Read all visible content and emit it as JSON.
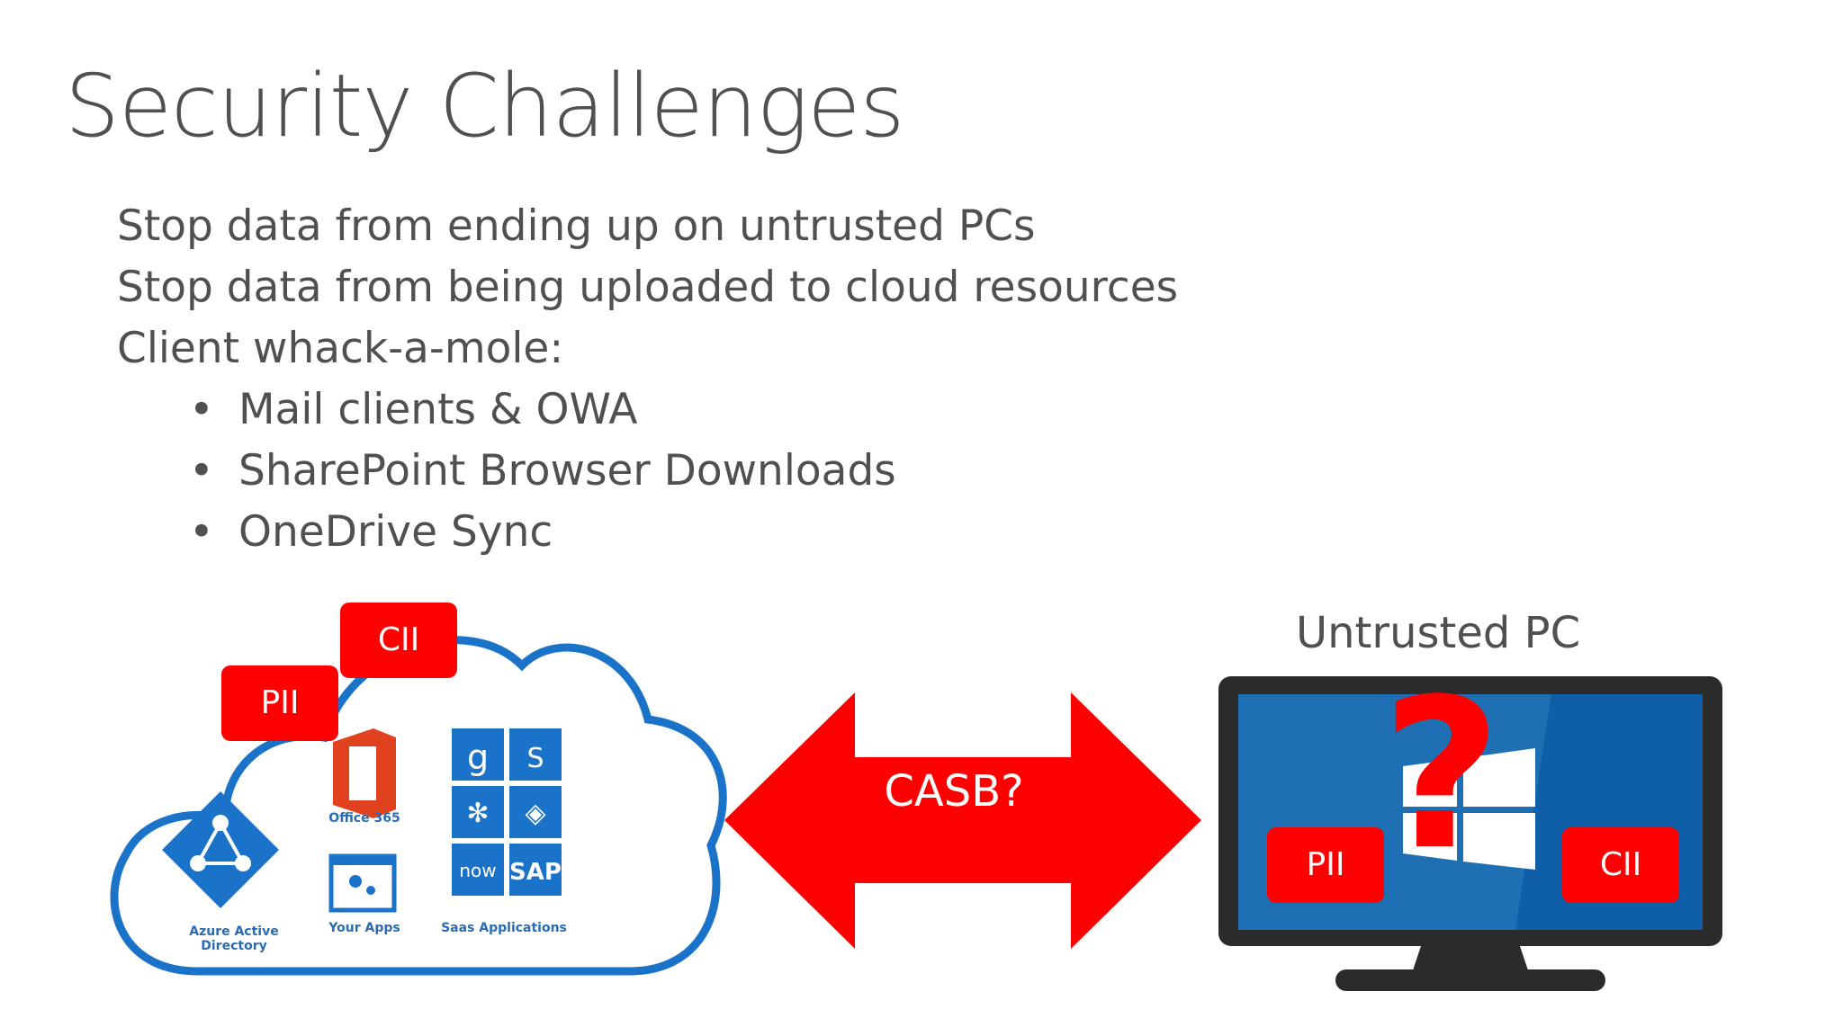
{
  "slide": {
    "title": "Security Challenges",
    "points": [
      "Stop data from ending up on untrusted PCs",
      "Stop data from being uploaded to cloud resources",
      "Client whack-a-mole:"
    ],
    "sub_points": [
      "Mail clients & OWA",
      "SharePoint Browser Downloads",
      "OneDrive Sync"
    ]
  },
  "diagram": {
    "cloud_tags": {
      "cii": "CII",
      "pii": "PII"
    },
    "cloud_captions": {
      "office": "Office 365",
      "azure": "Azure Active Directory",
      "your_apps": "Your Apps",
      "saas": "Saas Applications"
    },
    "arrow_label": "CASB?",
    "pc_title": "Untrusted PC",
    "pc_tags": {
      "pii": "PII",
      "cii": "CII"
    },
    "question_mark": "?",
    "colors": {
      "accent_red": "#ff0000",
      "cloud_blue": "#1a73c8",
      "screen_blue": "#1f6fb5"
    }
  }
}
